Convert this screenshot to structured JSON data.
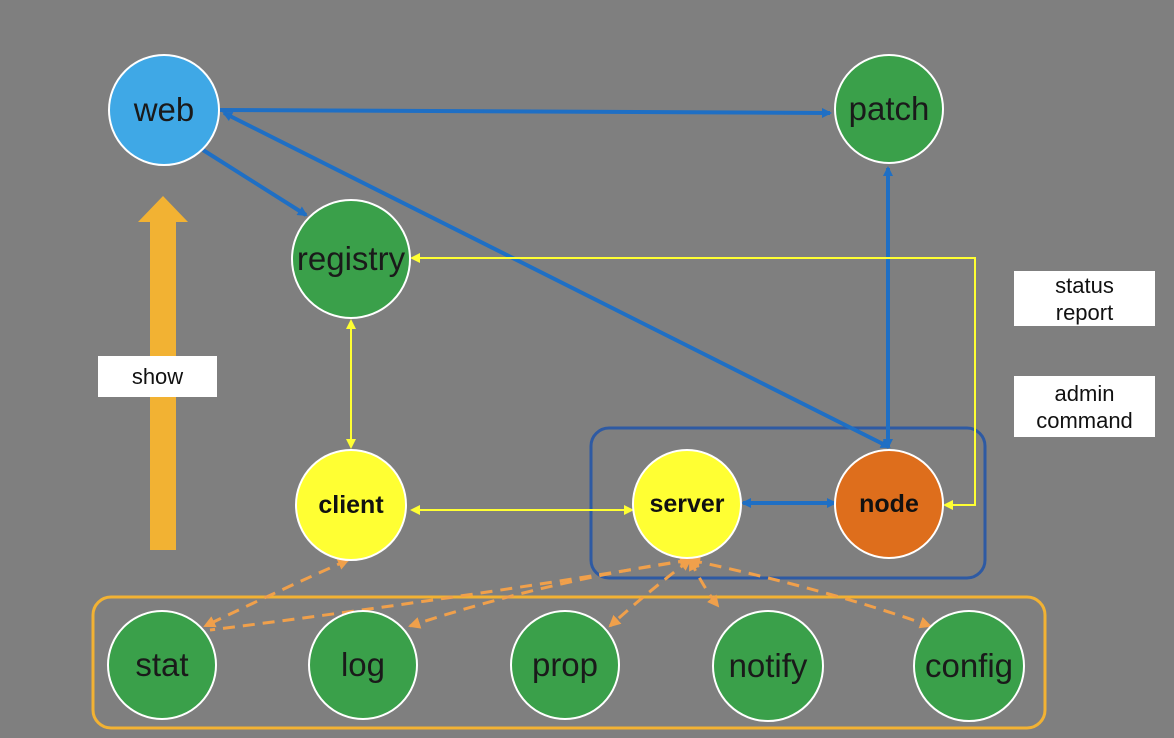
{
  "colors": {
    "background": "#7f7f7f",
    "web": "#3fa8e6",
    "service": "#3aa04a",
    "client_server": "#ffff33",
    "node": "#de6e1c",
    "blue_link": "#1f6fc4",
    "yellow_link": "#ffff33",
    "orange_link": "#f0a04b",
    "show_arrow": "#f2b233",
    "group_border": "#2e5aa3",
    "plugin_border": "#f2b233"
  },
  "nodes": {
    "web": "web",
    "patch": "patch",
    "registry": "registry",
    "client": "client",
    "server": "server",
    "node": "node",
    "stat": "stat",
    "log": "log",
    "prop": "prop",
    "notify": "notify",
    "config": "config"
  },
  "labels": {
    "show": "show",
    "status_report": "status\nreport",
    "admin_command": "admin\ncommand"
  }
}
